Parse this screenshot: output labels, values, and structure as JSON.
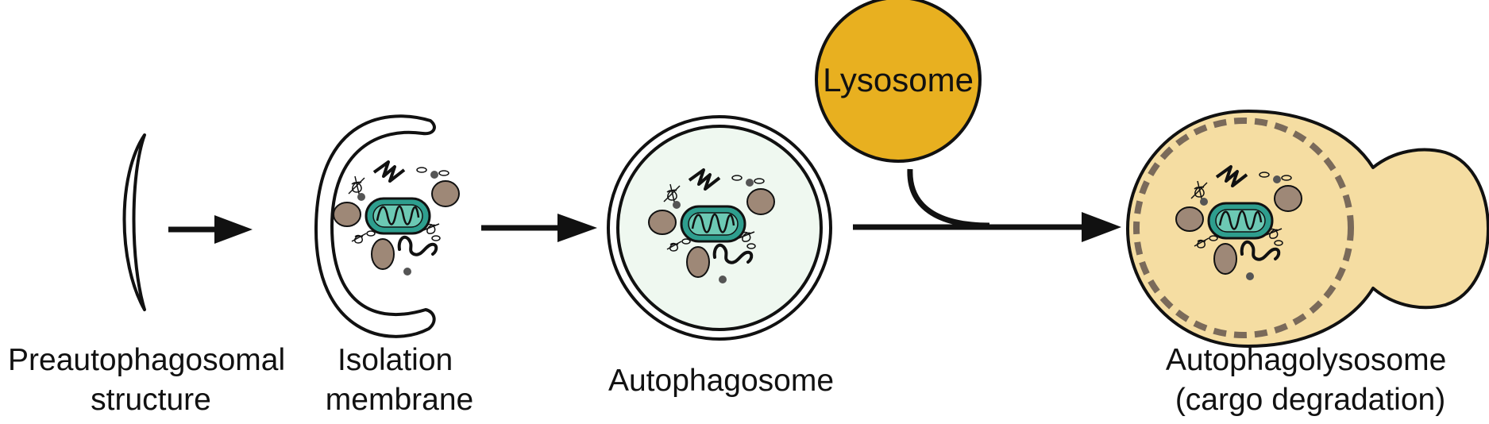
{
  "stages": {
    "preautophagosomal": {
      "line1": "Preautophagosomal",
      "line2": "structure"
    },
    "isolation": {
      "line1": "Isolation",
      "line2": "membrane"
    },
    "autophagosome": {
      "line1": "Autophagosome"
    },
    "autophagolysosome": {
      "line1": "Autophagolysosome",
      "line2": "(cargo degradation)"
    }
  },
  "lysosome": {
    "label": "Lysosome"
  },
  "colors": {
    "lysosome_fill": "#E8B020",
    "autophagosome_fill": "#EFF8F0",
    "autophagolysosome_fill": "#F5DDA2",
    "mitochondrion_outer": "#2E9E8E",
    "mitochondrion_inner": "#6CC9B4",
    "cargo_oval": "#9E8877",
    "cargo_dot": "#555555",
    "dashed_membrane": "#7A6A5A"
  }
}
